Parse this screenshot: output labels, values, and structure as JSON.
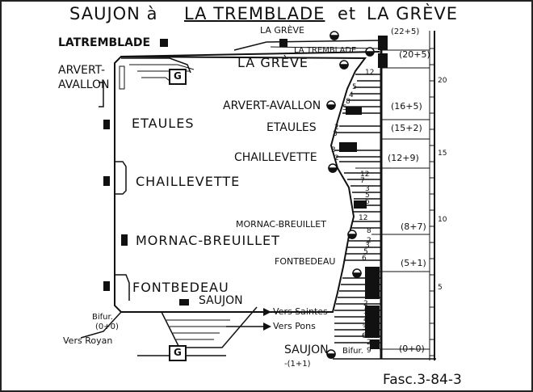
{
  "title": {
    "part1": "SAUJON à",
    "part2": "LA TREMBLADE",
    "part3": "et",
    "part4": "LA GRÈVE"
  },
  "map_labels": {
    "latremblade": "LATREMBLADE",
    "arvert": "ARVERT-",
    "avallon": "AVALLON",
    "etaules": "ETAULES",
    "chaillevette": "CHAILLEVETTE",
    "mornac": "MORNAC-BREUILLET",
    "fontbedeau": "FONTBEDEAU",
    "saujon": "SAUJON",
    "bifur": "Bifur.",
    "bifur_km": "(0+0)",
    "vers_royan": "Vers Royan",
    "vers_saintes": "Vers Saintes",
    "vers_pons": "Vers Pons",
    "g1": "G",
    "g2": "G"
  },
  "profile_stations": {
    "lagreve_top": "LA GRÈVE",
    "latremblade": "LA TREMBLADE",
    "lagreve": "LA GRÈVE",
    "arvert": "ARVERT-AVALLON",
    "etaules": "ETAULES",
    "chaillevette": "CHAILLEVETTE",
    "mornac": "MORNAC-BREUILLET",
    "fontbedeau": "FONTBEDEAU",
    "saujon": "SAUJON",
    "bifur": "Bifur.",
    "minus": "-(1+1)"
  },
  "distances": {
    "lagreve_top": "(22+5)",
    "latremblade": "(20+5)",
    "arvert": "(16+5)",
    "etaules": "(15+2)",
    "chaillevette": "(12+9)",
    "mornac": "(8+7)",
    "fontbedeau": "(5+1)",
    "saujon": "(0+0)"
  },
  "scale_ticks": [
    "20",
    "15",
    "10",
    "5"
  ],
  "gradients": [
    "12",
    "5",
    "4",
    "8",
    "5",
    "2",
    "3",
    "3",
    "2",
    "12",
    "7",
    "3",
    "5",
    "6",
    "12",
    "8",
    "2",
    "3",
    "5",
    "6",
    "4",
    "5",
    "6",
    "2",
    "3",
    "4",
    "3",
    "6",
    "2",
    "9"
  ],
  "footer": "Fasc.3-84-3"
}
